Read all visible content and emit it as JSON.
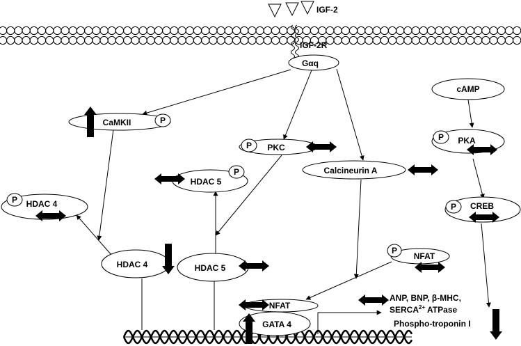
{
  "ligand": {
    "label": "IGF-2"
  },
  "receptor": {
    "label": "IGF-2R"
  },
  "nodes": {
    "gaq": {
      "label": "Gαq"
    },
    "camkii": {
      "label": "CaMKII",
      "phospho": "P",
      "regulation": "up"
    },
    "pkc": {
      "label": "PKC",
      "phospho": "P",
      "regulation": "unchanged"
    },
    "calcineurin": {
      "label": "Calcineurin A",
      "regulation": "unchanged"
    },
    "camp": {
      "label": "cAMP"
    },
    "pka": {
      "label": "PKA",
      "phospho": "P",
      "regulation": "unchanged"
    },
    "creb": {
      "label": "CREB",
      "phospho": "P",
      "regulation": "unchanged"
    },
    "hdac5_p": {
      "label": "HDAC 5",
      "phospho": "P",
      "regulation": "unchanged"
    },
    "hdac4_p": {
      "label": "HDAC 4",
      "phospho": "P",
      "regulation": "unchanged"
    },
    "hdac4": {
      "label": "HDAC 4",
      "regulation": "down"
    },
    "hdac5": {
      "label": "HDAC 5",
      "regulation": "unchanged"
    },
    "nfat_p": {
      "label": "NFAT",
      "phospho": "P",
      "regulation": "unchanged"
    },
    "nfat": {
      "label": "NFAT",
      "regulation": "unchanged"
    },
    "gata4": {
      "label": "GATA 4",
      "regulation": "up"
    }
  },
  "outputs": {
    "genes_line1": "ANP, BNP, β-MHC,",
    "genes_line2_prefix": "SERCA",
    "genes_line2_sup": "2+",
    "genes_line2_suffix": " ATPase",
    "genes_regulation": "unchanged",
    "troponin": "Phospho-troponin I",
    "troponin_regulation": "down"
  }
}
